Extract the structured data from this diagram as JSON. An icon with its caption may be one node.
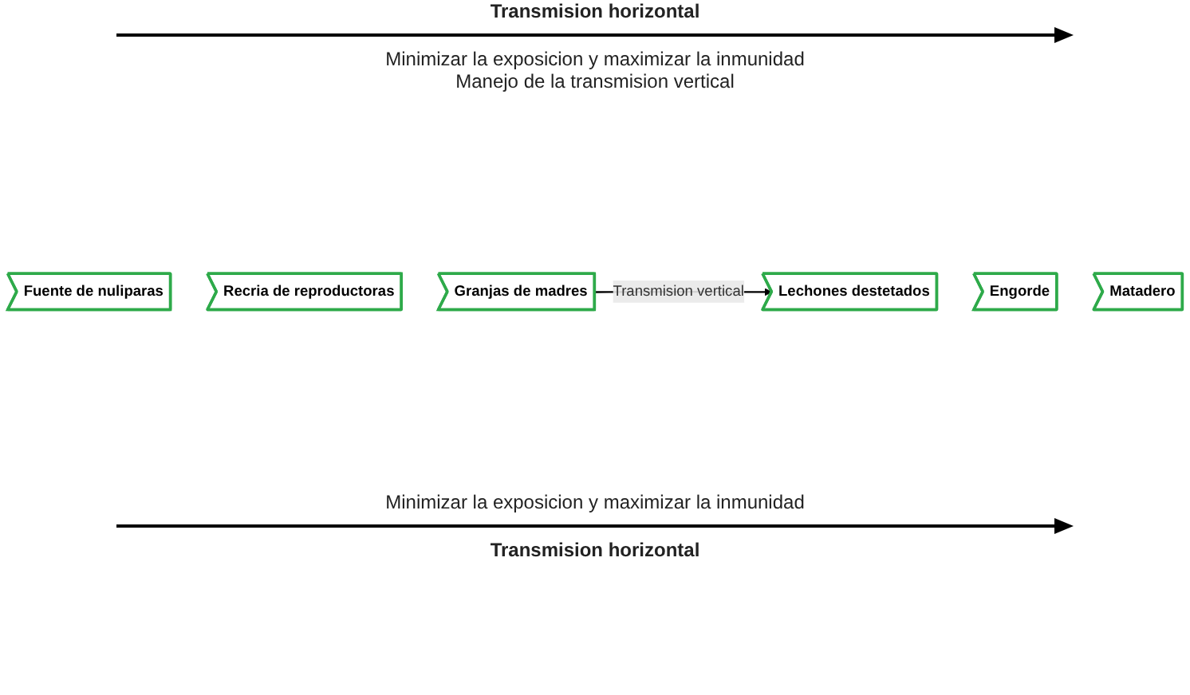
{
  "diagram": {
    "nodes": [
      {
        "text": [
          "Fuente de nuliparas"
        ]
      },
      {
        "text": [
          "Recria de reproductoras"
        ]
      },
      {
        "text": [
          "Granjas de madres"
        ]
      },
      {
        "text": [
          "Lechones destetados"
        ]
      },
      {
        "text": [
          "Engorde"
        ]
      },
      {
        "text": [
          "Matadero"
        ]
      }
    ],
    "edges": [
      {
        "from": 2,
        "to": 3,
        "arrow": "to",
        "label": "Transmision vertical"
      }
    ],
    "labels": [
      "Transmision horizontal",
      "Minimizar la exposicion y maximizar la inmunidad",
      "Manejo de la transmision vertical",
      "Minimizar la exposicion y maximizar la inmunidad",
      "Transmision horizontal"
    ]
  }
}
